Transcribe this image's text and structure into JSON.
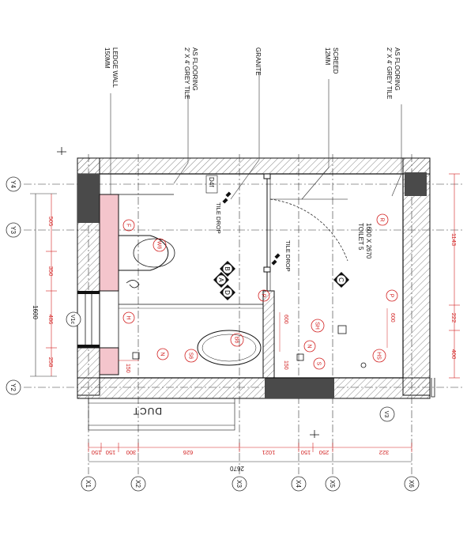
{
  "notes": [
    {
      "id": "ledge",
      "lines": [
        "150MM",
        "LEDGE WALL"
      ]
    },
    {
      "id": "grey-tile-1",
      "lines": [
        "2' X 4' GREY TILE",
        "AS FLOORING"
      ]
    },
    {
      "id": "granite",
      "lines": [
        "GRANITE"
      ]
    },
    {
      "id": "screed",
      "lines": [
        "12MM",
        "SCREED"
      ]
    },
    {
      "id": "grey-tile-2",
      "lines": [
        "2' X 4' GREY TILE",
        "AS FLOORING"
      ]
    }
  ],
  "grid_y": [
    "Y4",
    "Y3",
    "Y2"
  ],
  "grid_x": [
    "X1",
    "X2",
    "X3",
    "X4",
    "X5",
    "X6"
  ],
  "grid_v": [
    "V1c",
    "V3"
  ],
  "dims_left": [
    "505",
    "350",
    "486",
    "258"
  ],
  "dims_left_total": "1600",
  "dims_right": [
    "1143",
    "222",
    "400"
  ],
  "dims_bottom": [
    "150",
    "150",
    "300",
    "626",
    "1021",
    "150",
    "250",
    "322"
  ],
  "dims_bottom_total": "2670",
  "room": {
    "name": "TOILET 5",
    "size": "1600 X 2670"
  },
  "labels": {
    "tile_drop_1": "TILE DROP",
    "tile_drop_2": "TILE DROP",
    "duct": "DUCT",
    "d4f": "D4f",
    "dim_150_a": "150",
    "dim_150_b": "150",
    "dim_600_a": "600",
    "dim_600_b": "600"
  },
  "fixtures": {
    "wc": "W6",
    "basin": "B6",
    "F": "F",
    "P": "P",
    "R": "R",
    "H": "H",
    "N": "N",
    "S6": "S6",
    "SH": "SH",
    "S": "S",
    "HS": "HS"
  },
  "sections": {
    "A": "A",
    "B": "B",
    "C": "C",
    "D": "D"
  },
  "colors": {
    "dim": "#d22020",
    "ink": "#1a1a1a",
    "wall_fill": "#4a4a4a",
    "ledge_fill": "#f4c5cc"
  }
}
